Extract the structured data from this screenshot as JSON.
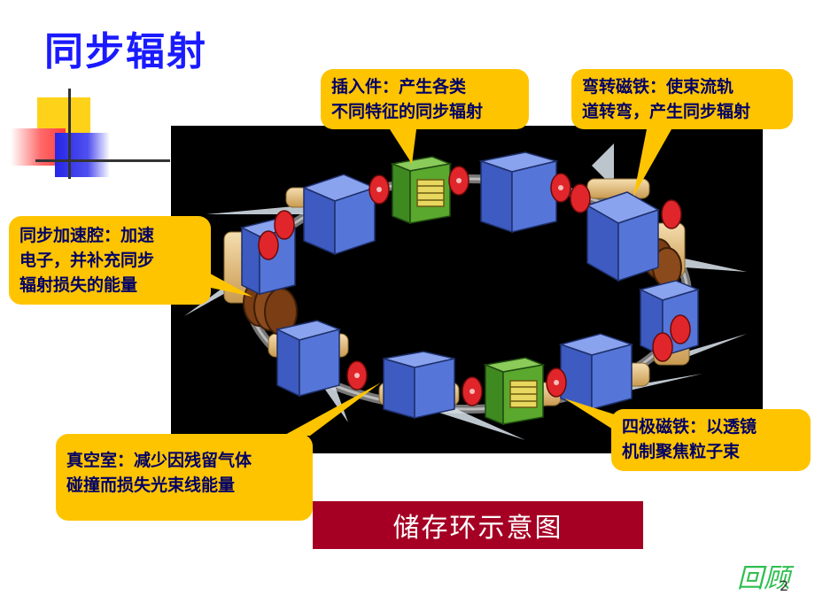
{
  "slide": {
    "title": "同步辐射",
    "caption": "储存环示意图",
    "nav_link": "回顾",
    "page_number": "2"
  },
  "callouts": {
    "insertion_device": [
      "插入件：产生各类",
      "不同特征的同步辐射"
    ],
    "bending_magnet": [
      "弯转磁铁：使束流轨",
      "道转弯，产生同步辐射"
    ],
    "rf_cavity": [
      "同步加速腔：加速",
      "电子，并补充同步",
      "辐射损失的能量"
    ],
    "quadrupole": [
      "四极磁铁：以透镜",
      "机制聚焦粒子束"
    ],
    "vacuum_chamber": [
      "真空室：减少因残留气体",
      "碰撞而损失光束线能量"
    ]
  },
  "colors": {
    "title": "#1a1aff",
    "callout_bg": "#ffc400",
    "callout_text": "#000066",
    "caption_bg": "#a50024",
    "nav_link": "#2fbf4f",
    "magnet_blue": "#4a6fd0",
    "insertion_green": "#4f9a2a",
    "quad_red": "#e0262a",
    "coil_tan": "#e8c98a"
  }
}
